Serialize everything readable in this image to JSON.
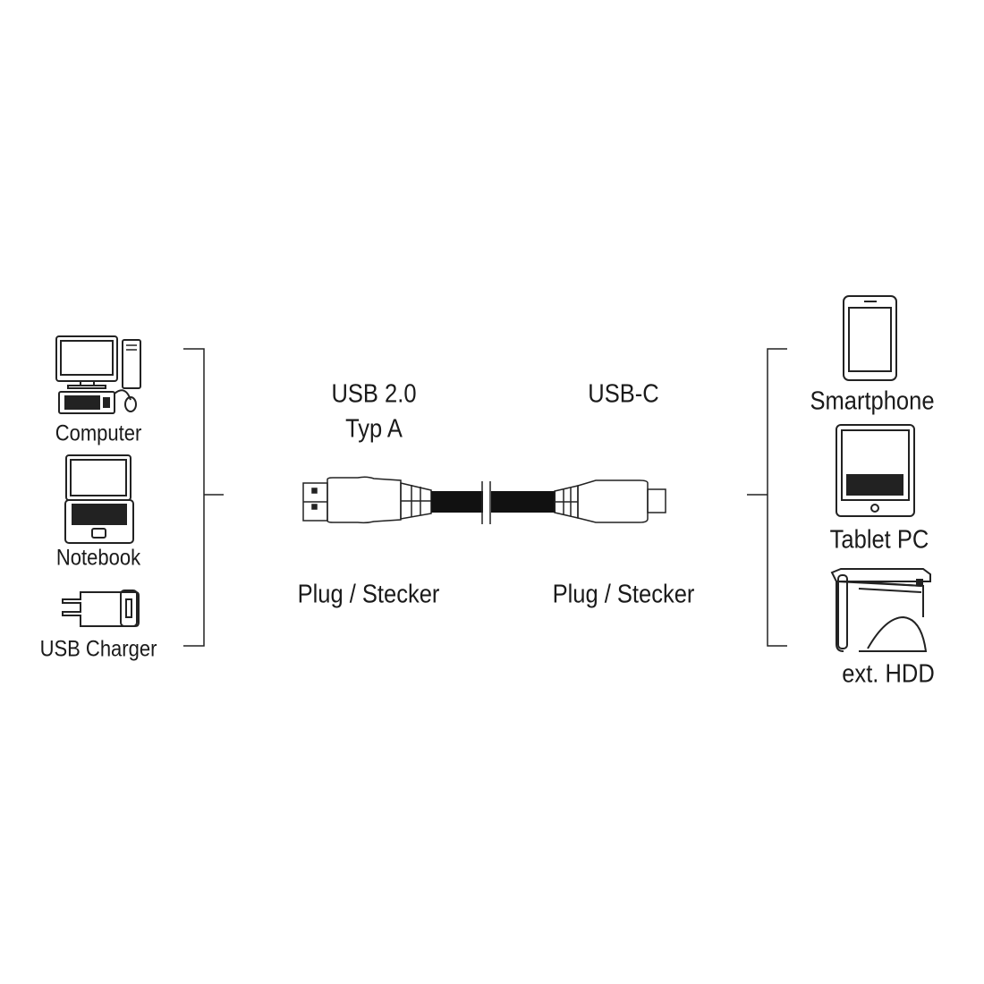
{
  "left_devices": [
    {
      "label": "Computer",
      "icon": "desktop-computer-icon"
    },
    {
      "label": "Notebook",
      "icon": "notebook-icon"
    },
    {
      "label": "USB Charger",
      "icon": "usb-charger-icon"
    }
  ],
  "connector_a": {
    "title_line1": "USB 2.0",
    "title_line2": "Typ A",
    "caption": "Plug / Stecker"
  },
  "connector_c": {
    "title": "USB-C",
    "caption": "Plug / Stecker"
  },
  "right_devices": [
    {
      "label": "Smartphone",
      "icon": "smartphone-icon"
    },
    {
      "label": "Tablet PC",
      "icon": "tablet-icon"
    },
    {
      "label": "ext. HDD",
      "icon": "external-hdd-icon"
    }
  ]
}
